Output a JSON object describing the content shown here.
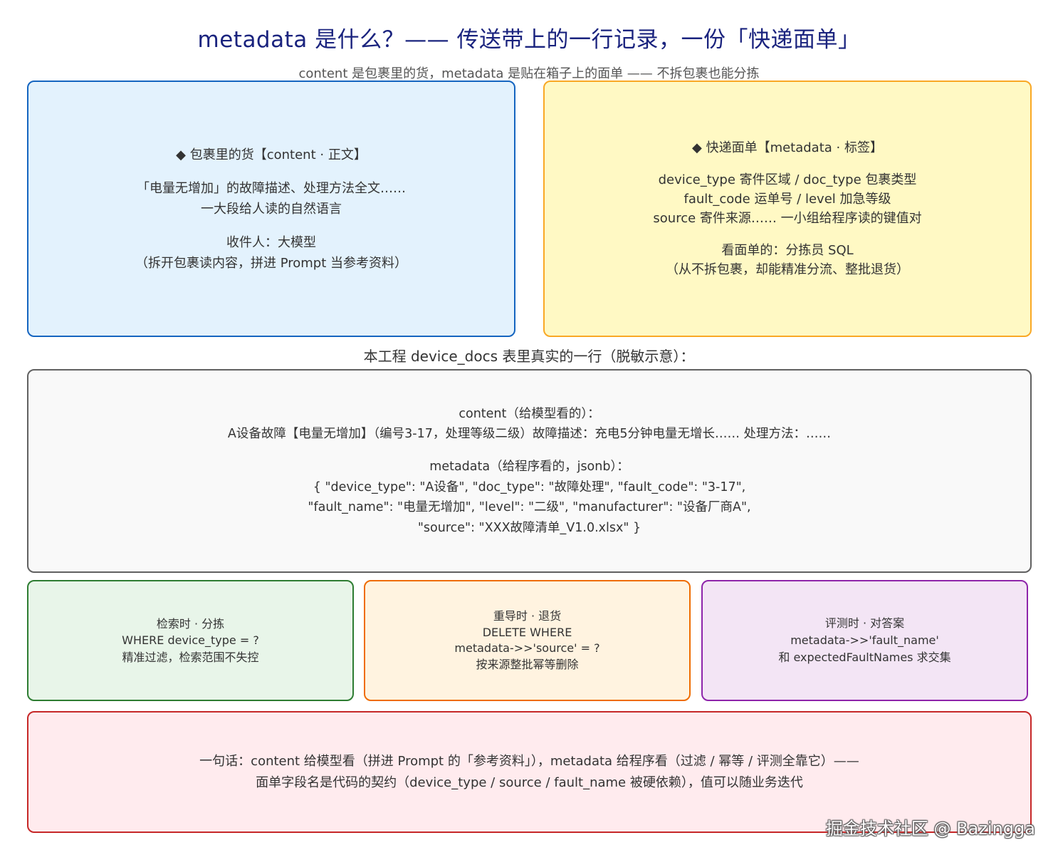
{
  "title": "metadata 是什么？—— 传送带上的一行记录，一份「快递面单」",
  "subtitle": "content 是包裹里的货，metadata 是贴在箱子上的面单 —— 不拆包裹也能分拣",
  "content_box": {
    "heading": "◆ 包裹里的货【content · 正文】",
    "lines": [
      "「电量无增加」的故障描述、处理方法全文……",
      "一大段给人读的自然语言"
    ],
    "receiver_lines": [
      "收件人：大模型",
      "（拆开包裹读内容，拼进 Prompt 当参考资料）"
    ]
  },
  "metadata_box": {
    "heading": "◆ 快递面单【metadata · 标签】",
    "lines": [
      "device_type 寄件区域 / doc_type 包裹类型",
      "fault_code 运单号 / level 加急等级",
      "source 寄件来源…… 一小组给程序读的键值对"
    ],
    "reader_lines": [
      "看面单的：分拣员 SQL",
      "（从不拆包裹，却能精准分流、整批退货）"
    ]
  },
  "example_caption": "本工程 device_docs 表里真实的一行（脱敏示意）：",
  "example_box": {
    "content_label": "content（给模型看的）：",
    "content_value": "A设备故障【电量无增加】（编号3-17，处理等级二级）故障描述：充电5分钟电量无增长…… 处理方法：……",
    "metadata_label": "metadata（给程序看的，jsonb）：",
    "metadata_lines": [
      "{ \"device_type\": \"A设备\", \"doc_type\": \"故障处理\", \"fault_code\": \"3-17\",",
      "\"fault_name\": \"电量无增加\", \"level\": \"二级\", \"manufacturer\": \"设备厂商A\",",
      "\"source\": \"XXX故障清单_V1.0.xlsx\" }"
    ]
  },
  "use_cases": [
    {
      "lines": [
        "检索时 · 分拣",
        "WHERE device_type = ?",
        "精准过滤，检索范围不失控"
      ]
    },
    {
      "lines": [
        "重导时 · 退货",
        "DELETE WHERE",
        "metadata->>'source' = ?",
        "按来源整批幂等删除"
      ]
    },
    {
      "lines": [
        "评测时 · 对答案",
        "metadata->>'fault_name'",
        "和 expectedFaultNames 求交集"
      ]
    }
  ],
  "summary_lines": [
    "一句话：content 给模型看（拼进 Prompt 的「参考资料」），metadata 给程序看（过滤 / 幂等 / 评测全靠它）——",
    "面单字段名是代码的契约（device_type / source / fault_name 被硬依赖），值可以随业务迭代"
  ],
  "watermark": "掘金技术社区 @ Bazingga"
}
